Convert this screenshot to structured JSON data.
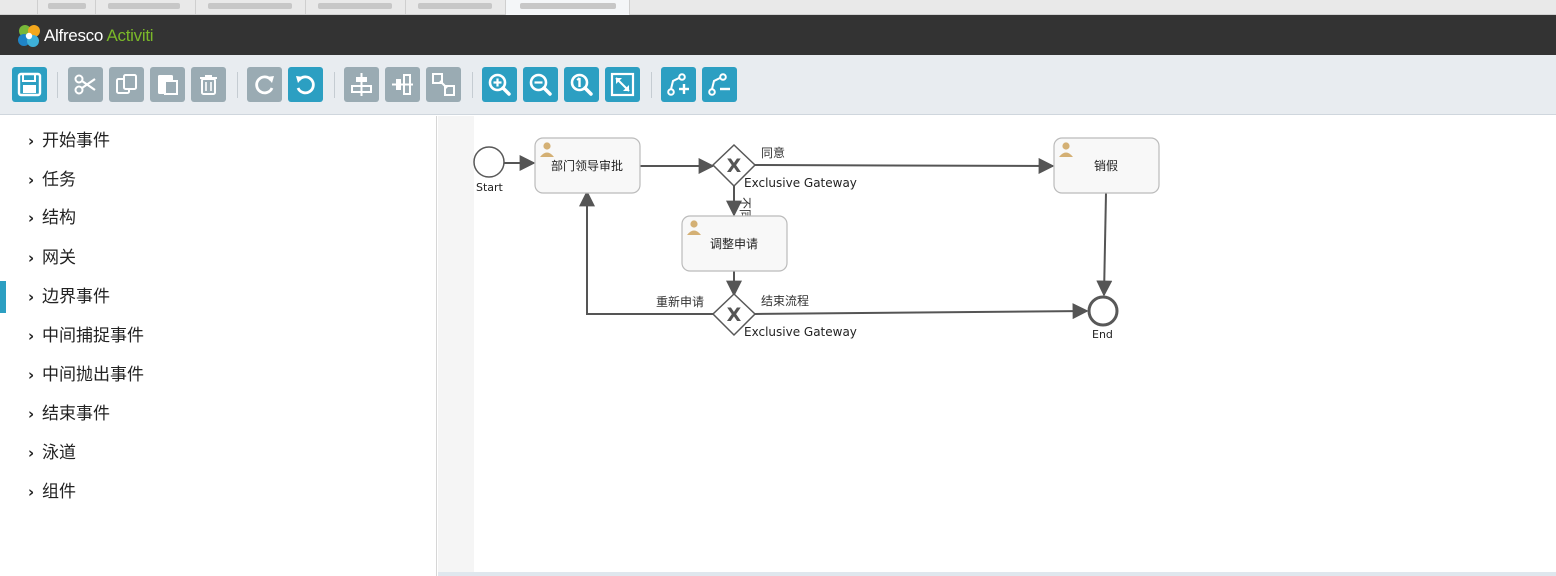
{
  "app": {
    "brand_main": "Alfresco",
    "brand_sub": "Activiti",
    "brand_colors": {
      "main": "#ffffff",
      "sub": "#7ab829",
      "header_bg": "#333333"
    }
  },
  "toolbar": {
    "buttons": [
      {
        "name": "save",
        "icon": "floppy-disk-icon",
        "state": "enabled"
      },
      {
        "name": "cut",
        "icon": "scissors-icon",
        "state": "disabled"
      },
      {
        "name": "copy",
        "icon": "copy-icon",
        "state": "disabled"
      },
      {
        "name": "paste",
        "icon": "paste-icon",
        "state": "disabled"
      },
      {
        "name": "delete",
        "icon": "trash-icon",
        "state": "disabled"
      },
      {
        "name": "redo",
        "icon": "redo-icon",
        "state": "disabled"
      },
      {
        "name": "undo",
        "icon": "undo-icon",
        "state": "enabled"
      },
      {
        "name": "align-horizontal",
        "icon": "align-horizontal-icon",
        "state": "disabled"
      },
      {
        "name": "align-vertical",
        "icon": "align-vertical-icon",
        "state": "disabled"
      },
      {
        "name": "same-size",
        "icon": "same-size-icon",
        "state": "disabled"
      },
      {
        "name": "zoom-in",
        "icon": "zoom-in-icon",
        "state": "enabled"
      },
      {
        "name": "zoom-out",
        "icon": "zoom-out-icon",
        "state": "enabled"
      },
      {
        "name": "zoom-actual",
        "icon": "zoom-actual-icon",
        "state": "enabled"
      },
      {
        "name": "zoom-fit",
        "icon": "zoom-fit-icon",
        "state": "enabled"
      },
      {
        "name": "add-bendpoint",
        "icon": "add-bendpoint-icon",
        "state": "enabled"
      },
      {
        "name": "remove-bendpoint",
        "icon": "remove-bendpoint-icon",
        "state": "enabled"
      }
    ],
    "colors": {
      "enabled": "#2c9fc2",
      "disabled": "#9aabb3"
    }
  },
  "palette": {
    "items": [
      {
        "label": "开始事件"
      },
      {
        "label": "任务"
      },
      {
        "label": "结构"
      },
      {
        "label": "网关"
      },
      {
        "label": "边界事件"
      },
      {
        "label": "中间捕捉事件"
      },
      {
        "label": "中间抛出事件"
      },
      {
        "label": "结束事件"
      },
      {
        "label": "泳道"
      },
      {
        "label": "组件"
      }
    ]
  },
  "diagram": {
    "start": {
      "label": "Start"
    },
    "end": {
      "label": "End"
    },
    "tasks": {
      "approve": {
        "label": "部门领导审批"
      },
      "adjust": {
        "label": "调整申请"
      },
      "cancel": {
        "label": "销假"
      }
    },
    "gateways": {
      "g1": {
        "label": "Exclusive Gateway"
      },
      "g2": {
        "label": "Exclusive Gateway"
      }
    },
    "flows": {
      "agree": "同意",
      "disagree": "不同意",
      "reapply": "重新申请",
      "finish": "结束流程"
    }
  }
}
